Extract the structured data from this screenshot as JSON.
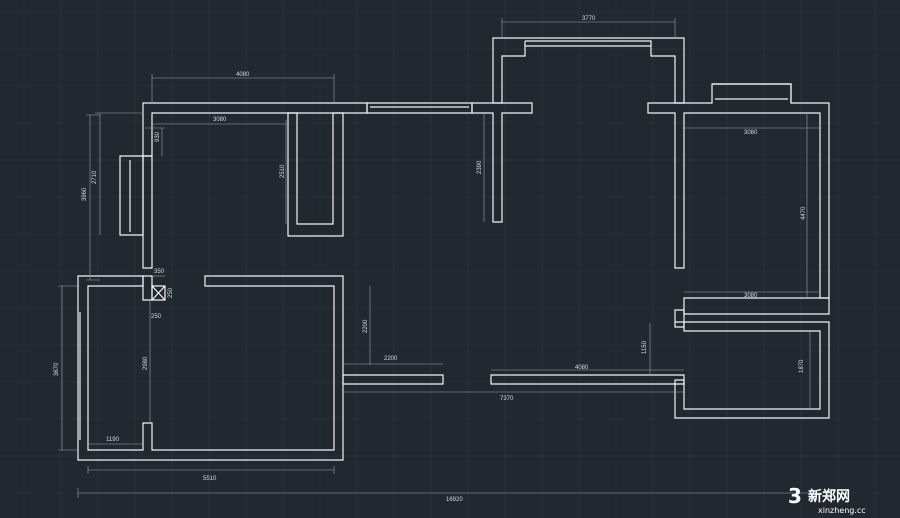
{
  "dimensions": {
    "d3770": "3770",
    "d4080_top": "4080",
    "d3080_left": "3080",
    "d930": "930",
    "d2710": "2710",
    "d3960": "3960",
    "d2510": "2510",
    "d2390": "2390",
    "d3080_right_top": "3080",
    "d4470": "4470",
    "d350": "350",
    "d250_v": "250",
    "d250_h": "250",
    "d3080_right_mid": "3080",
    "d2200_v": "2200",
    "d2200_h": "2200",
    "d1150": "1150",
    "d1870": "1870",
    "d3670": "3670",
    "d2980": "2980",
    "d4080_bottom": "4080",
    "d7370": "7370",
    "d1190": "1190",
    "d5510": "5510",
    "d16920": "16920"
  },
  "watermark": {
    "brand": "新郑网",
    "url": "xinzheng.cc"
  }
}
